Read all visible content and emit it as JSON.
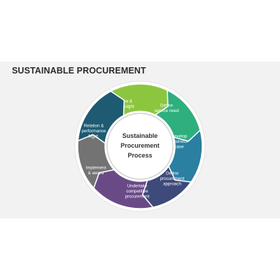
{
  "title": "SUSTAINABLE PROCUREMENT",
  "center": {
    "lines": [
      "Sustainable",
      "Procurement",
      "Process"
    ]
  },
  "segments": [
    {
      "name": "review-gain-insight",
      "lines": [
        "Review &",
        "gain insight"
      ],
      "color": "#8cc63f"
    },
    {
      "name": "define-service-need",
      "lines": [
        "Define",
        "service need"
      ],
      "color": "#2eaf7d"
    },
    {
      "name": "develop-business-case",
      "lines": [
        "Develop",
        "business",
        "case"
      ],
      "color": "#2b7fa0"
    },
    {
      "name": "define-procurement-approach",
      "lines": [
        "Define",
        "procurement",
        "approach"
      ],
      "color": "#3d4a7a"
    },
    {
      "name": "undertake-competitive-procurement",
      "lines": [
        "Undertake",
        "competitive",
        "procurement"
      ],
      "color": "#6a4a86"
    },
    {
      "name": "implement-award",
      "lines": [
        "Implement",
        "& award"
      ],
      "color": "#737373"
    },
    {
      "name": "relation-performance-mgnt",
      "lines": [
        "Relation &",
        "performance",
        "Mgnt."
      ],
      "color": "#1e5a72"
    }
  ]
}
